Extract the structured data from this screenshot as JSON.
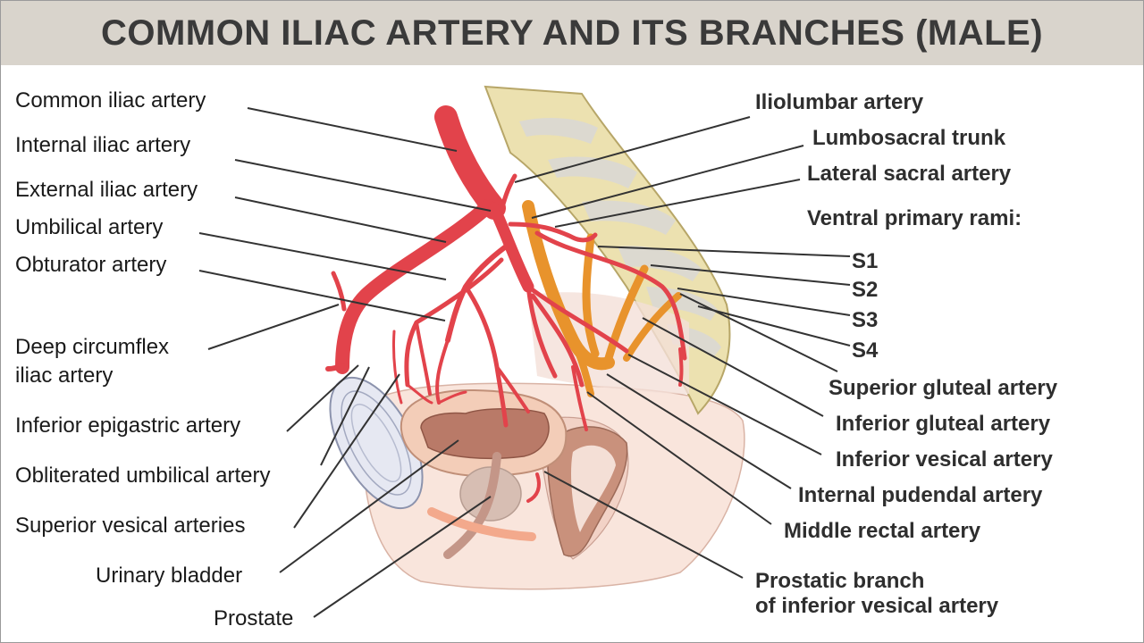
{
  "title": "COMMON ILIAC ARTERY AND ITS BRANCHES (MALE)",
  "colors": {
    "title_bg": "#d9d4cc",
    "artery": "#e2434b",
    "nerve": "#e8932c",
    "bone": "#ece1b0",
    "bladder": "#f3cdb8",
    "bladder_lumen": "#b97a68",
    "tissue": "#f9e5dc"
  },
  "labels_left": {
    "common_iliac": "Common iliac artery",
    "internal_iliac": "Internal iliac artery",
    "external_iliac": "External iliac artery",
    "umbilical": "Umbilical artery",
    "obturator": "Obturator artery",
    "deep_circumflex_1": "Deep circumflex",
    "deep_circumflex_2": "iliac artery",
    "inferior_epigastric": "Inferior epigastric artery",
    "obliterated_umbilical": "Obliterated umbilical artery",
    "superior_vesical": "Superior vesical arteries",
    "urinary_bladder": "Urinary bladder",
    "prostate": "Prostate"
  },
  "labels_right": {
    "iliolumbar": "Iliolumbar artery",
    "lumbosacral": "Lumbosacral trunk",
    "lateral_sacral": "Lateral sacral artery",
    "ventral_rami": "Ventral primary rami:",
    "s1": "S1",
    "s2": "S2",
    "s3": "S3",
    "s4": "S4",
    "superior_gluteal": "Superior gluteal artery",
    "inferior_gluteal": "Inferior gluteal artery",
    "inferior_vesical": "Inferior vesical artery",
    "internal_pudendal": "Internal pudendal artery",
    "middle_rectal": "Middle rectal artery",
    "prostatic_1": "Prostatic branch",
    "prostatic_2": "of inferior vesical artery"
  }
}
